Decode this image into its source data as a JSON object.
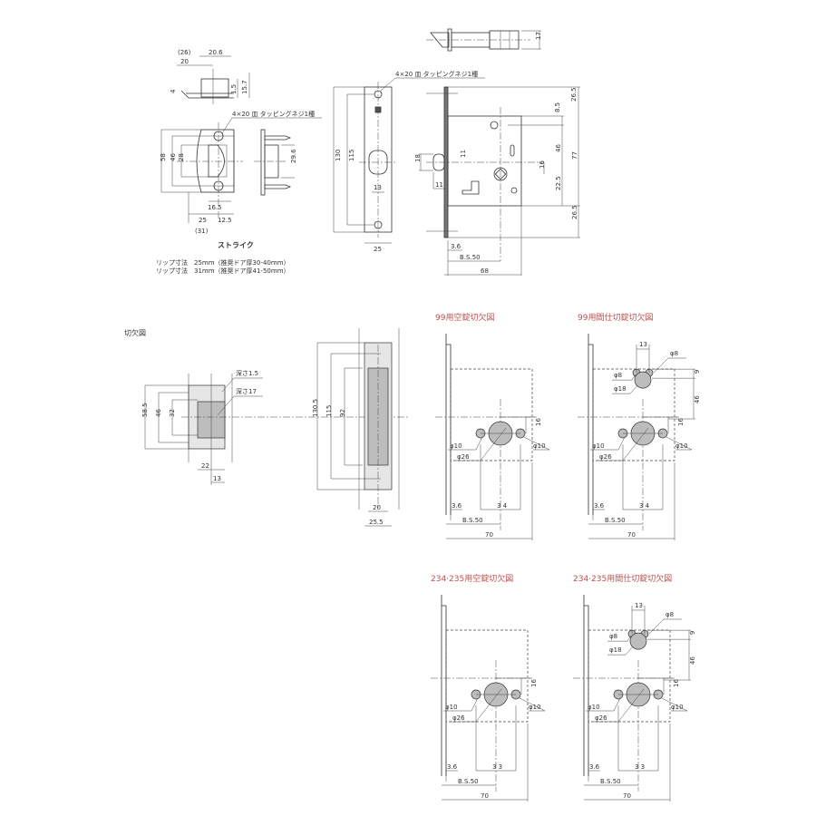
{
  "strike": {
    "top_dims": {
      "d26": "(26)",
      "d20_6": "20.6",
      "d20": "20",
      "d4": "4",
      "d1_5": "1.5",
      "d15_7": "15.7"
    },
    "screw_note": "4×20 皿 タッピングネジ1種",
    "dims": {
      "d58": "58",
      "d46": "46",
      "d28": "28",
      "d29_6": "29.6",
      "d16_5": "16.5",
      "d25": "25",
      "d12_5": "12.5",
      "d31": "(31)"
    },
    "label": "ストライク",
    "lip_lines": [
      "リップ寸法　25mm（推奨ドア厚30-40mm）",
      "リップ寸法　31mm（推奨ドア厚41-50mm）"
    ]
  },
  "faceplate": {
    "screw_note": "4×20 皿 タッピングネジ1種",
    "dims": {
      "d130": "130",
      "d115": "115",
      "d13": "13",
      "d25": "25"
    }
  },
  "lockbody": {
    "dims": {
      "d17": "17",
      "d26_5a": "26.5",
      "d8_5": "8.5",
      "d46": "46",
      "d77": "77",
      "d16": "16",
      "d22_5": "22.5",
      "d26_5b": "26.5",
      "d18": "18",
      "d11a": "11",
      "d11b": "11",
      "d3_6": "3.6",
      "bs50": "B.S.50",
      "d68": "68"
    }
  },
  "mortise": {
    "title": "切欠図",
    "strike_dims": {
      "d58_5": "58.5",
      "d46": "46",
      "d32": "32",
      "depth1_5": "深さ1.5",
      "depth17": "深さ17",
      "d22": "22",
      "d13": "13"
    },
    "face_dims": {
      "d130_5": "130.5",
      "d115": "115",
      "d92": "92",
      "d20": "20",
      "d25_5": "25.5"
    }
  },
  "cutouts": [
    {
      "title": "99用空錠切欠図",
      "d36": "3.6",
      "d34": "3 4",
      "bs": "B.S.50",
      "w70": "70",
      "phi10a": "φ10",
      "phi26": "φ26",
      "phi10b": "φ10",
      "d16": "16"
    },
    {
      "title": "99用間仕切錠切欠図",
      "d36": "3.6",
      "d34": "3 4",
      "bs": "B.S.50",
      "w70": "70",
      "phi10a": "φ10",
      "phi26": "φ26",
      "phi10b": "φ10",
      "d16": "16",
      "d13": "13",
      "phi8a": "φ8",
      "phi8b": "φ8",
      "phi18": "φ18",
      "d9": "9",
      "d46": "46"
    },
    {
      "title": "234·235用空錠切欠図",
      "d36": "3.6",
      "d34": "3 3",
      "bs": "B.S.50",
      "w70": "70",
      "phi10a": "φ10",
      "phi26": "φ26",
      "phi10b": "φ10",
      "d16": "16"
    },
    {
      "title": "234·235用間仕切錠切欠図",
      "d36": "3.6",
      "d34": "3 3",
      "bs": "B.S.50",
      "w70": "70",
      "phi10a": "φ10",
      "phi26": "φ26",
      "phi10b": "φ10",
      "d16": "16",
      "d13": "13",
      "phi8a": "φ8",
      "phi8b": "φ8",
      "phi18": "φ18",
      "d9": "9",
      "d46": "46"
    }
  ],
  "colors": {
    "title": "#c0504d",
    "fill_light": "#e6e6e6",
    "fill_dark": "#bdbdbd"
  }
}
